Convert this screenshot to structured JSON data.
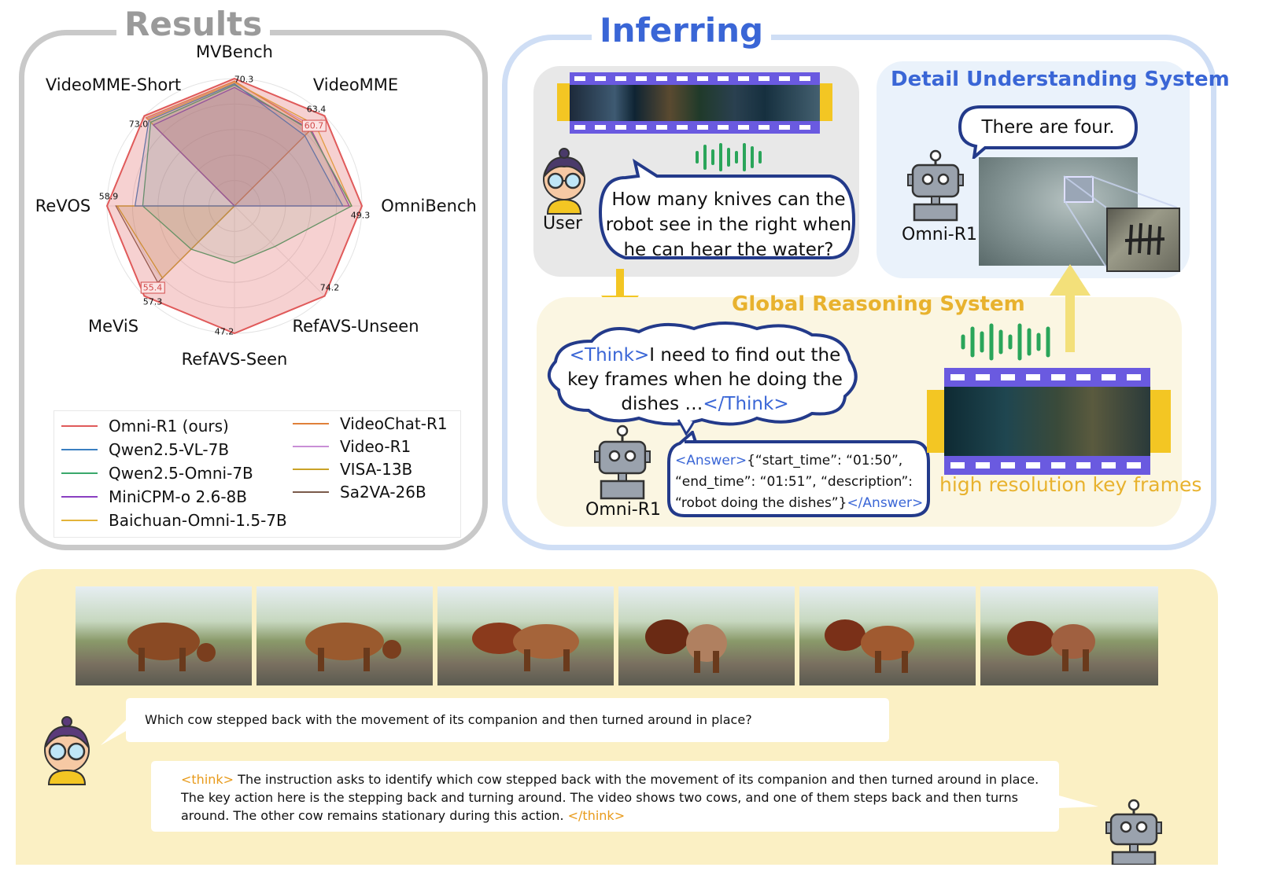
{
  "results": {
    "title": "Results",
    "chart_data": {
      "type": "radar",
      "axes": [
        "MVBench",
        "VideoMME",
        "OmniBench",
        "RefAVS-Unseen",
        "RefAVS-Seen",
        "MeViS",
        "ReVOS",
        "VideoMME-Short"
      ],
      "value_labels": [
        "70.3",
        "63.4",
        "49.3",
        "74.2",
        "47.2",
        "57.3",
        "58.9",
        "73.0"
      ],
      "highlighted_labels": [
        "60.7",
        "55.4"
      ],
      "series": [
        {
          "name": "Omni-R1 (ours)",
          "color": "#e05a5a",
          "values": [
            1.0,
            1.0,
            1.0,
            1.0,
            1.0,
            1.0,
            1.0,
            1.0
          ],
          "filled": true
        },
        {
          "name": "Qwen2.5-VL-7B",
          "color": "#3a7fc1",
          "values": [
            0.96,
            0.78,
            0.85,
            0.0,
            0.0,
            0.0,
            0.78,
            0.95
          ],
          "filled": false
        },
        {
          "name": "Qwen2.5-Omni-7B",
          "color": "#3aa86b",
          "values": [
            0.95,
            0.84,
            0.92,
            0.45,
            0.45,
            0.48,
            0.72,
            0.93
          ],
          "filled": false
        },
        {
          "name": "MiniCPM-o 2.6-8B",
          "color": "#8a3fc1",
          "values": [
            0.93,
            0.85,
            0.9,
            0.0,
            0.0,
            0.0,
            0.0,
            0.9
          ],
          "filled": false
        },
        {
          "name": "Baichuan-Omni-1.5-7B",
          "color": "#e3b43a",
          "values": [
            0.97,
            0.9,
            0.92,
            0.0,
            0.0,
            0.0,
            0.0,
            0.96
          ],
          "filled": false
        },
        {
          "name": "VideoChat-R1",
          "color": "#e0803a",
          "values": [
            0.98,
            0.86,
            0.0,
            0.0,
            0.0,
            0.0,
            0.0,
            0.98
          ],
          "filled": false
        },
        {
          "name": "Video-R1",
          "color": "#c98fd6",
          "values": [
            0.97,
            0.88,
            0.0,
            0.0,
            0.0,
            0.0,
            0.0,
            0.97
          ],
          "filled": false
        },
        {
          "name": "VISA-13B",
          "color": "#c9a227",
          "values": [
            0.0,
            0.0,
            0.0,
            0.0,
            0.0,
            0.8,
            0.92,
            0.0
          ],
          "filled": false
        },
        {
          "name": "Sa2VA-26B",
          "color": "#7a5a4a",
          "values": [
            0.0,
            0.0,
            0.0,
            0.0,
            0.0,
            0.85,
            0.93,
            0.0
          ],
          "filled": false
        }
      ]
    }
  },
  "inferring": {
    "title": "Inferring",
    "user_label": "User",
    "user_question": [
      "How many knives can the",
      "robot see in the right when",
      "he can hear the water?"
    ],
    "detail_system": {
      "title": "Detail Understanding System",
      "answer": "There are four.",
      "bot_label": "Omni-R1"
    },
    "global_system": {
      "title": "Global Reasoning System",
      "think_open": "<Think>",
      "think_line1": "I need to find out the",
      "think_line2": "key frames when he doing the",
      "think_line3": "dishes …",
      "think_close": "</Think>",
      "answer_open": "<Answer>",
      "answer_line1": "{“start_time”: “01:50”,",
      "answer_line2": "“end_time”: “01:51”,  “description”:",
      "answer_line3": "“robot doing the dishes”}",
      "answer_close": "</Answer>",
      "bot_label": "Omni-R1",
      "keyframes_label": "high resolution key frames"
    }
  },
  "example": {
    "question": "Which cow stepped back with the movement of its companion and then turned around in place?",
    "think_open": "<think>",
    "think_body": " The instruction asks to identify which cow stepped back with the movement of its companion and then turned around in place. The key action here is the stepping back and turning around. The video shows two cows, and one of them steps back and then turns around. The other cow remains stationary during this action. ",
    "think_close": "</think>"
  },
  "colors": {
    "inferring_blue": "#3a66d6",
    "global_gold": "#e8b22e",
    "results_gray": "#bdbdbd",
    "panel_cream": "#fbf0c4",
    "film_purple": "#6a5ae0",
    "audio_green": "#2aa55a"
  }
}
